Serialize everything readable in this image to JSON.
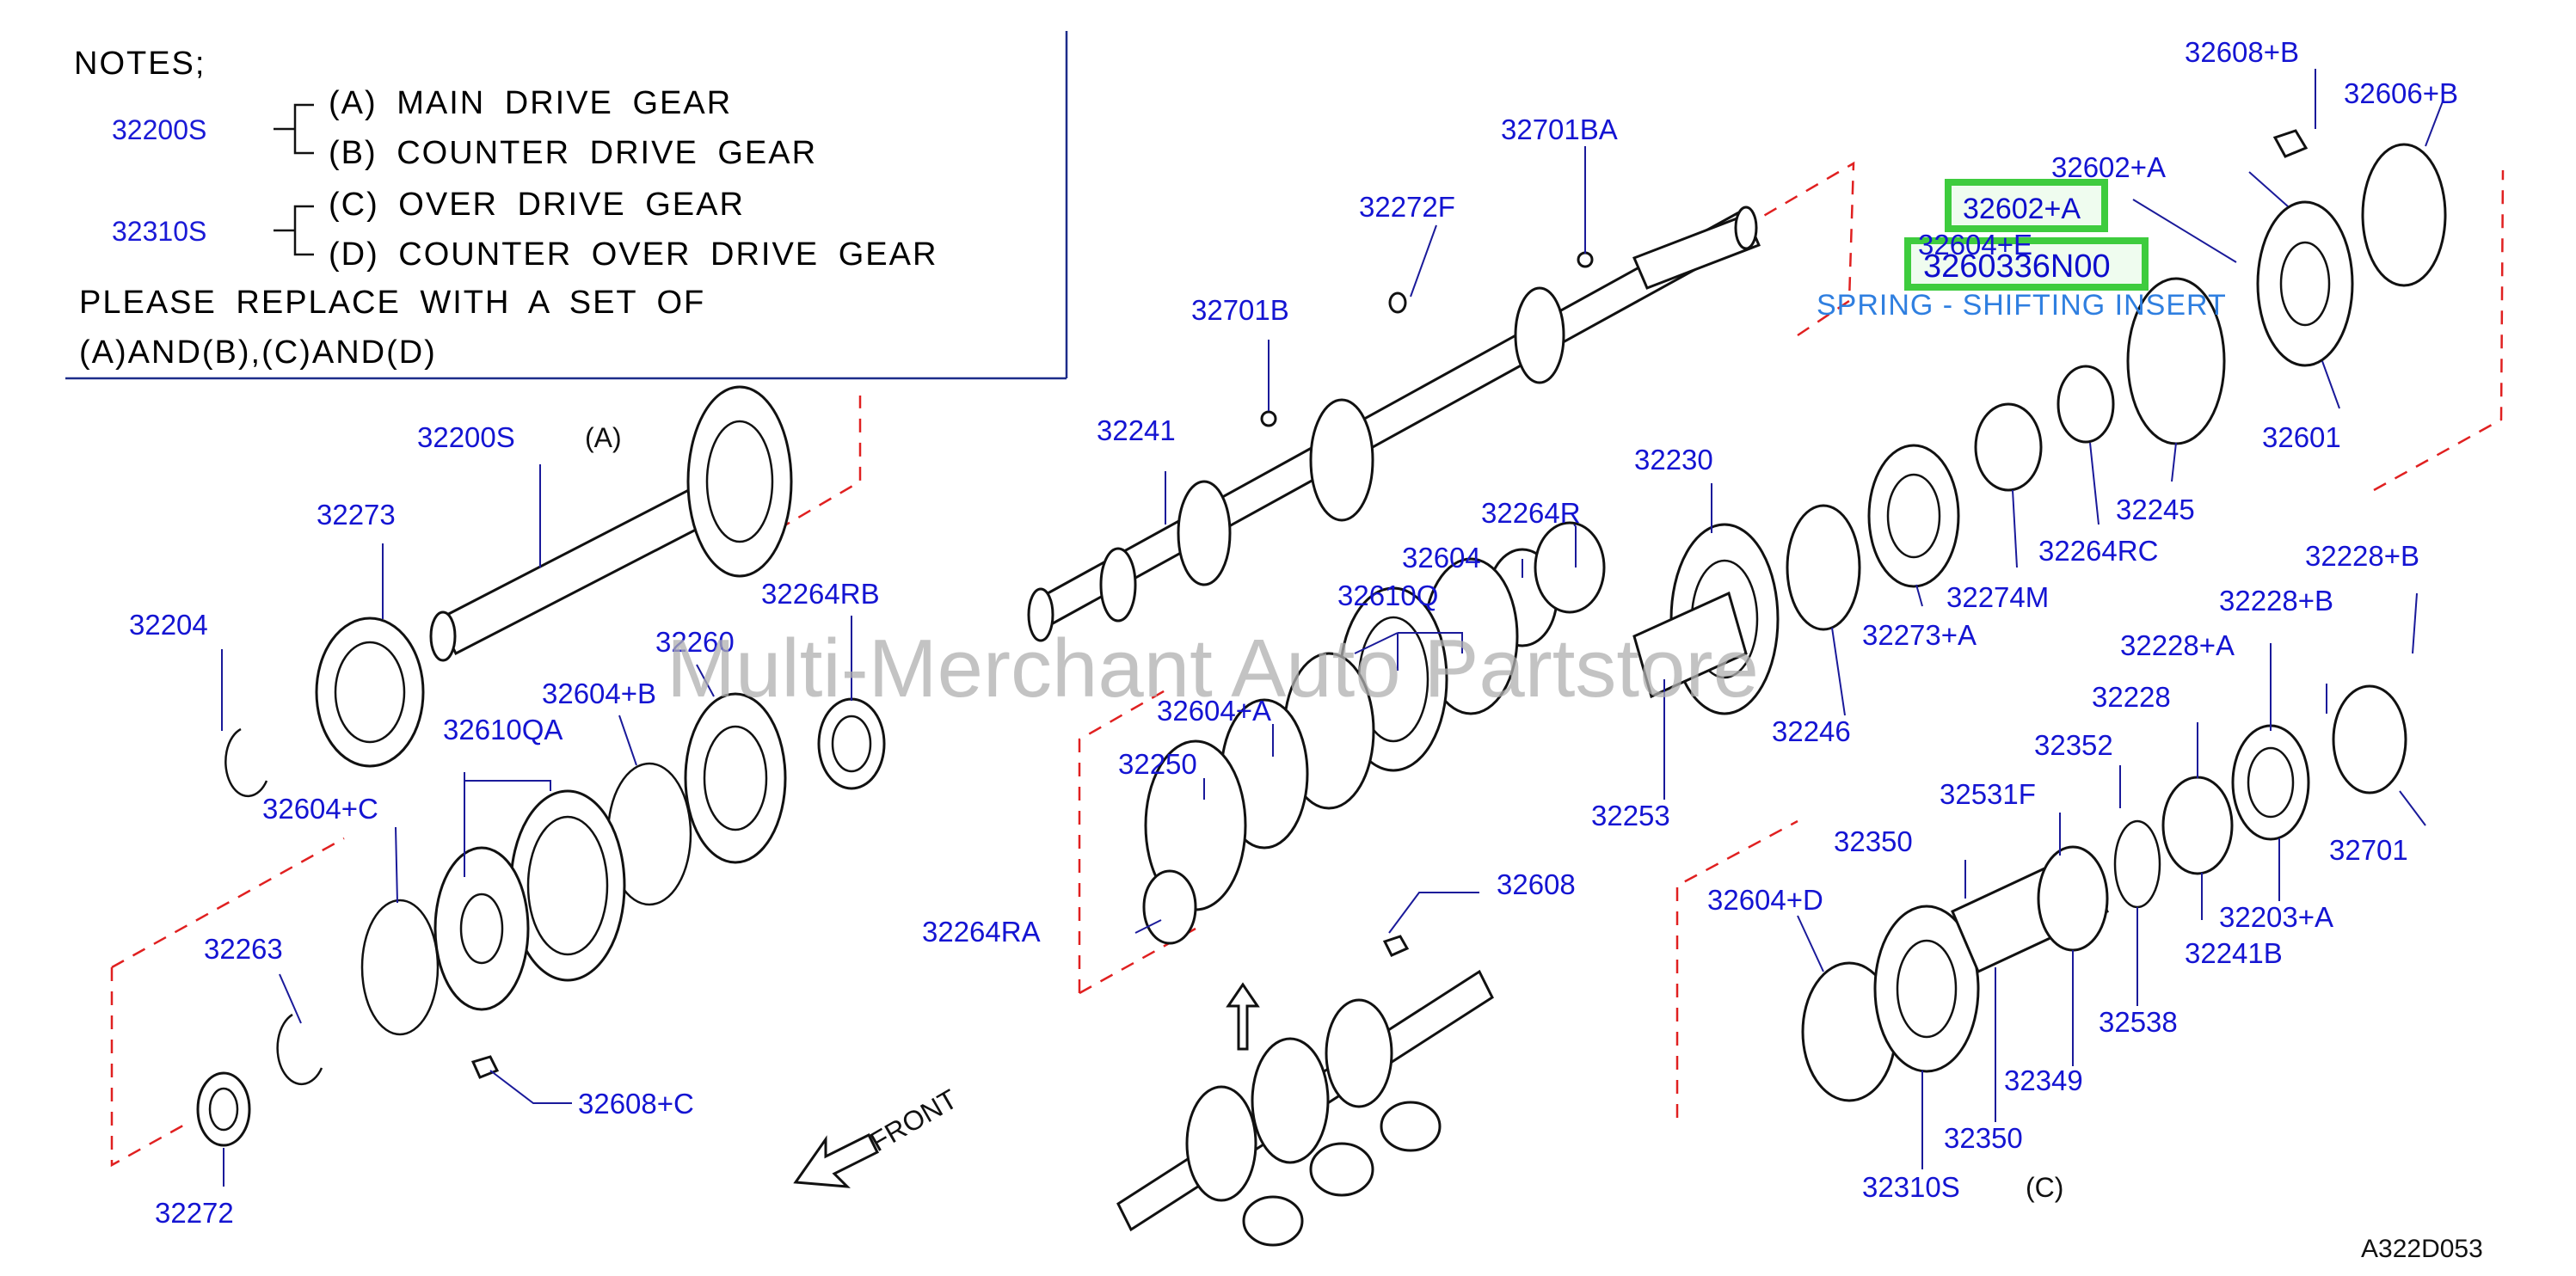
{
  "notes": {
    "title": "NOTES;",
    "groups": [
      {
        "code": "32200S",
        "items": [
          "(A)  MAIN  DRIVE  GEAR",
          "(B)  COUNTER  DRIVE  GEAR"
        ]
      },
      {
        "code": "32310S",
        "items": [
          "(C)  OVER  DRIVE  GEAR",
          "(D)  COUNTER  OVER  DRIVE  GEAR"
        ]
      }
    ],
    "instructions": [
      "PLEASE  REPLACE  WITH  A  SET  OF",
      "(A)AND(B),(C)AND(D)"
    ]
  },
  "highlighted": {
    "part_a": "32602+A",
    "part_b": "3260336N00",
    "description": "SPRING - SHIFTING INSERT"
  },
  "callouts": {
    "c32608B": "32608+B",
    "c32606B": "32606+B",
    "c32602A": "32602+A",
    "c32604E": "32604+E",
    "c32701BA": "32701BA",
    "c32272F": "32272F",
    "c32701B": "32701B",
    "c32241": "32241",
    "c32200S": "32200S",
    "c32273": "32273",
    "c32204": "32204",
    "c32264RB": "32264RB",
    "c32260": "32260",
    "c32604B": "32604+B",
    "c32610QA": "32610QA",
    "c32604C": "32604+C",
    "c32263": "32263",
    "c32272": "32272",
    "c32608C": "32608+C",
    "c32230": "32230",
    "c32264R": "32264R",
    "c32604": "32604",
    "c32610Q": "32610Q",
    "c32604A": "32604+A",
    "c32250": "32250",
    "c32264RA": "32264RA",
    "c32608": "32608",
    "c32253": "32253",
    "c32246": "32246",
    "c32273A": "32273+A",
    "c32274M": "32274M",
    "c32264RC": "32264RC",
    "c32245": "32245",
    "c32601": "32601",
    "c32228B1": "32228+B",
    "c32228B2": "32228+B",
    "c32228A": "32228+A",
    "c32228": "32228",
    "c32352": "32352",
    "c32531F": "32531F",
    "c32350a": "32350",
    "c32604D": "32604+D",
    "c32701": "32701",
    "c32203A": "32203+A",
    "c32241B": "32241B",
    "c32538": "32538",
    "c32349": "32349",
    "c32350b": "32350",
    "c32310S": "32310S"
  },
  "labels": {
    "gear_a": "(A)",
    "gear_c": "(C)",
    "front": "FRONT",
    "figure_code": "A322D053",
    "watermark": "Multi-Merchant Auto Partstore"
  }
}
